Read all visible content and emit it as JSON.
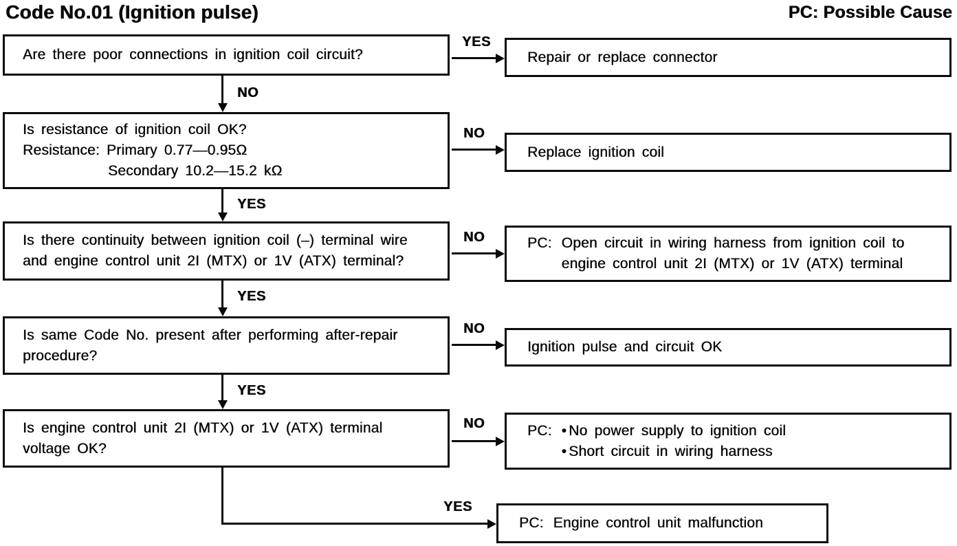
{
  "header": {
    "title": "Code No.01 (Ignition pulse)",
    "legend": "PC: Possible Cause"
  },
  "labels": {
    "yes": "YES",
    "no": "NO"
  },
  "bullet": "•",
  "questions": {
    "q1": {
      "line1": "Are there poor connections in ignition coil circuit?"
    },
    "q2": {
      "line1": "Is resistance of ignition coil OK?",
      "line2": "Resistance: Primary 0.77—0.95Ω",
      "line3": "Secondary 10.2—15.2 kΩ"
    },
    "q3": {
      "line1": "Is there continuity between ignition coil (–) terminal wire",
      "line2": "and engine control unit 2I (MTX) or 1V (ATX) terminal?"
    },
    "q4": {
      "line1": "Is same Code No. present after performing after-repair",
      "line2": "procedure?"
    },
    "q5": {
      "line1": "Is engine control unit 2I (MTX) or 1V (ATX) terminal",
      "line2": "voltage OK?"
    }
  },
  "results": {
    "r1": {
      "line1": "Repair or replace connector"
    },
    "r2": {
      "line1": "Replace ignition coil"
    },
    "r3": {
      "prefix": "PC:",
      "line1": "Open circuit in wiring harness from ignition coil to",
      "line2": "engine control unit 2I (MTX) or 1V (ATX) terminal"
    },
    "r4": {
      "line1": "Ignition pulse and circuit OK"
    },
    "r5": {
      "prefix": "PC:",
      "item1": "No power supply to ignition coil",
      "item2": "Short circuit in wiring harness"
    },
    "r6": {
      "prefix": "PC:",
      "line1": "Engine control unit malfunction"
    }
  }
}
